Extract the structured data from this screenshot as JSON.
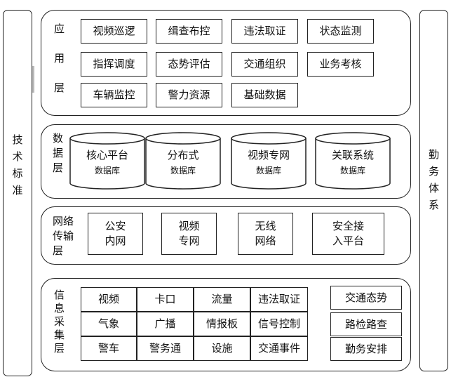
{
  "side_left": {
    "label": "技\n术\n标\n准"
  },
  "side_right": {
    "label": "勤\n务\n体\n系"
  },
  "app_layer": {
    "label": "应\n\n用\n\n层",
    "rows": [
      [
        "视频巡逻",
        "缉查布控",
        "违法取证",
        "状态监测"
      ],
      [
        "指挥调度",
        "态势评估",
        "交通组织",
        "业务考核"
      ],
      [
        "车辆监控",
        "警力资源",
        "基础数据"
      ]
    ]
  },
  "data_layer": {
    "label": "数\n据\n层",
    "databases": [
      {
        "title": "核心平台",
        "sub": "数据库"
      },
      {
        "title": "分布式",
        "sub": "数据库"
      },
      {
        "title": "视频专网",
        "sub": "数据库"
      },
      {
        "title": "关联系统",
        "sub": "数据库"
      }
    ]
  },
  "net_layer": {
    "label": "网络\n传输\n层",
    "items": [
      "公安\n内网",
      "视频\n专网",
      "无线\n网络",
      "安全接\n入平台"
    ]
  },
  "collect_layer": {
    "label": "信\n息\n采\n集\n层",
    "grid": [
      [
        "视频",
        "卡口",
        "流量",
        "违法取证"
      ],
      [
        "气象",
        "广播",
        "情报板",
        "信号控制"
      ],
      [
        "警车",
        "警务通",
        "设施",
        "交通事件"
      ]
    ],
    "right": [
      "交通态势",
      "路检路查",
      "勤务安排"
    ]
  }
}
